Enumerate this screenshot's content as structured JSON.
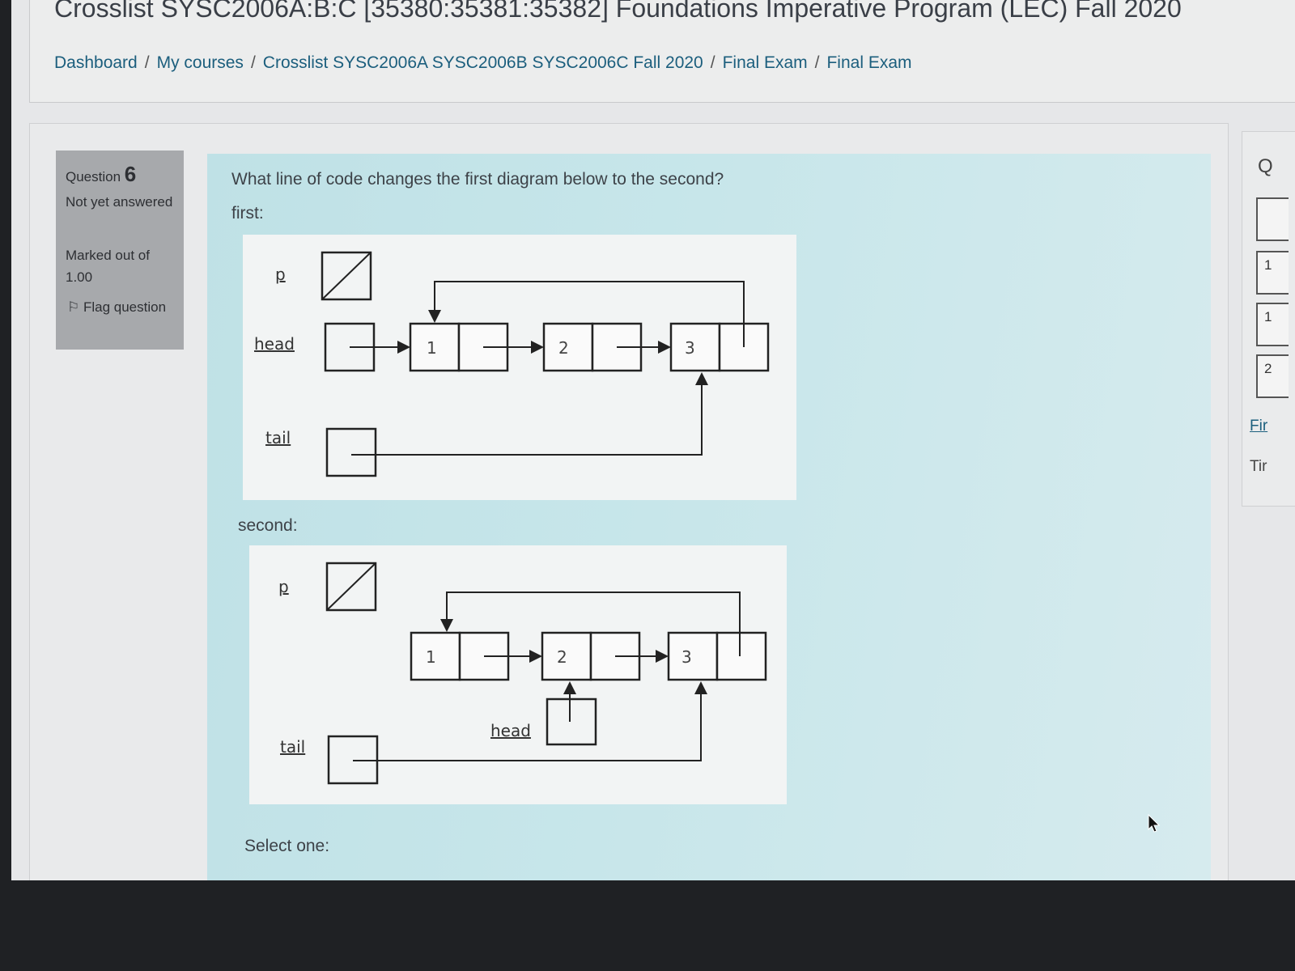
{
  "header": {
    "course_title": "Crosslist SYSC2006A:B:C [35380:35381:35382] Foundations Imperative Program (LEC) Fall 2020",
    "breadcrumb": [
      "Dashboard",
      "My courses",
      "Crosslist SYSC2006A SYSC2006B SYSC2006C Fall 2020",
      "Final Exam",
      "Final Exam"
    ],
    "separator": "/"
  },
  "question_info": {
    "label": "Question",
    "number": "6",
    "status": "Not yet answered",
    "marks": "Marked out of 1.00",
    "flag_label": "Flag question"
  },
  "question": {
    "text": "What line of code changes the first diagram below to the second?",
    "first_label": "first:",
    "second_label": "second:",
    "select_label": "Select one:"
  },
  "diagram_first": {
    "vars": {
      "p": "p",
      "head": "head",
      "tail": "tail"
    },
    "node_values": [
      "1",
      "2",
      "3"
    ]
  },
  "diagram_second": {
    "vars": {
      "p": "p",
      "head": "head",
      "tail": "tail"
    },
    "node_values": [
      "1",
      "2",
      "3"
    ]
  },
  "right_panel": {
    "heading_letter": "Q",
    "nav_buttons": [
      "",
      "1",
      "1",
      "2"
    ],
    "link_finish": "Fir",
    "link_time": "Tir"
  }
}
